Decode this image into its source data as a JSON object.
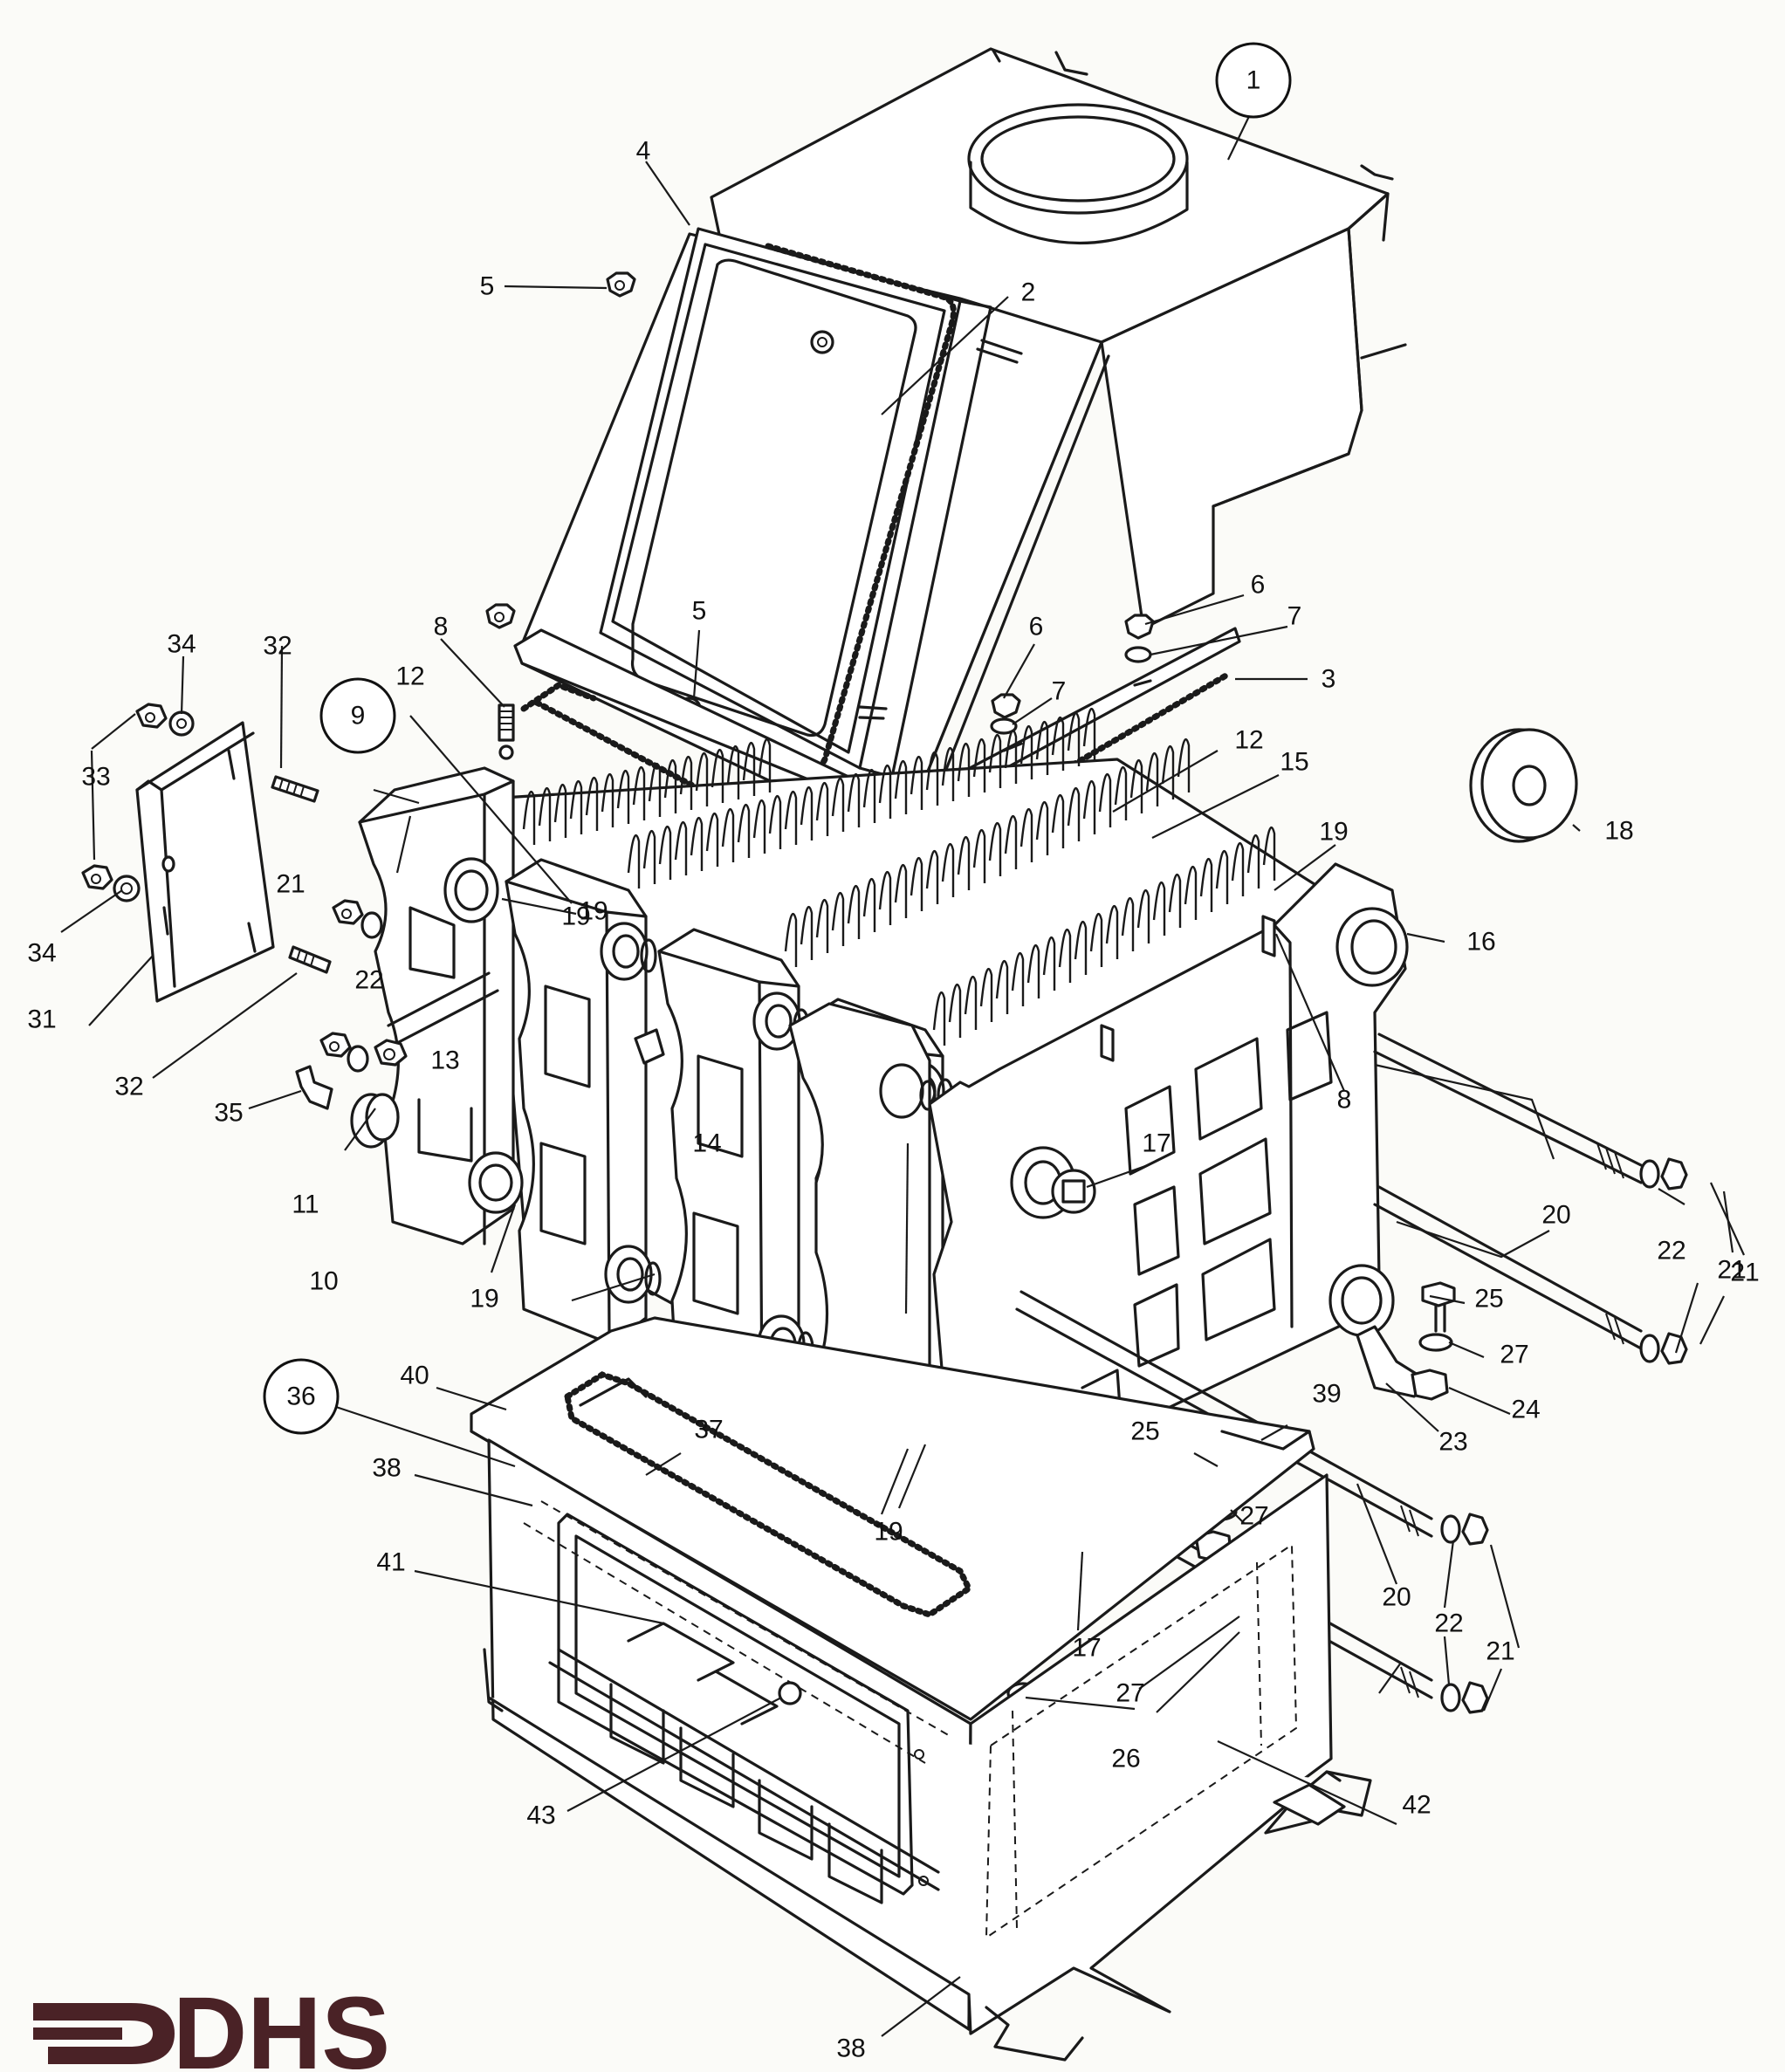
{
  "logo": {
    "text": "DHS",
    "color": "#4a2226"
  },
  "callouts": [
    {
      "id": "c1",
      "text": "1",
      "circled": true
    },
    {
      "id": "c2",
      "text": "2"
    },
    {
      "id": "c3",
      "text": "3"
    },
    {
      "id": "c4",
      "text": "4"
    },
    {
      "id": "c5a",
      "text": "5"
    },
    {
      "id": "c5b",
      "text": "5"
    },
    {
      "id": "c6a",
      "text": "6"
    },
    {
      "id": "c6b",
      "text": "6"
    },
    {
      "id": "c7a",
      "text": "7"
    },
    {
      "id": "c7b",
      "text": "7"
    },
    {
      "id": "c8a",
      "text": "8"
    },
    {
      "id": "c8b",
      "text": "8"
    },
    {
      "id": "c9",
      "text": "9",
      "circled": true
    },
    {
      "id": "c10",
      "text": "10"
    },
    {
      "id": "c11",
      "text": "11"
    },
    {
      "id": "c12a",
      "text": "12"
    },
    {
      "id": "c12b",
      "text": "12"
    },
    {
      "id": "c13",
      "text": "13"
    },
    {
      "id": "c14",
      "text": "14"
    },
    {
      "id": "c15",
      "text": "15"
    },
    {
      "id": "c16",
      "text": "16"
    },
    {
      "id": "c17a",
      "text": "17"
    },
    {
      "id": "c17b",
      "text": "17"
    },
    {
      "id": "c18",
      "text": "18"
    },
    {
      "id": "c19a",
      "text": "19"
    },
    {
      "id": "c19b",
      "text": "19"
    },
    {
      "id": "c19c",
      "text": "19"
    },
    {
      "id": "c19d",
      "text": "19"
    },
    {
      "id": "c19e",
      "text": "19"
    },
    {
      "id": "c20a",
      "text": "20"
    },
    {
      "id": "c20b",
      "text": "20"
    },
    {
      "id": "c21a",
      "text": "21"
    },
    {
      "id": "c21b",
      "text": "21"
    },
    {
      "id": "c21c",
      "text": "21"
    },
    {
      "id": "c21d",
      "text": "21"
    },
    {
      "id": "c22a",
      "text": "22"
    },
    {
      "id": "c22b",
      "text": "22"
    },
    {
      "id": "c22c",
      "text": "22"
    },
    {
      "id": "c23",
      "text": "23"
    },
    {
      "id": "c24",
      "text": "24"
    },
    {
      "id": "c25a",
      "text": "25"
    },
    {
      "id": "c25b",
      "text": "25"
    },
    {
      "id": "c26",
      "text": "26"
    },
    {
      "id": "c27a",
      "text": "27"
    },
    {
      "id": "c27b",
      "text": "27"
    },
    {
      "id": "c27c",
      "text": "27"
    },
    {
      "id": "c31",
      "text": "31"
    },
    {
      "id": "c32a",
      "text": "32"
    },
    {
      "id": "c32b",
      "text": "32"
    },
    {
      "id": "c33",
      "text": "33"
    },
    {
      "id": "c34a",
      "text": "34"
    },
    {
      "id": "c34b",
      "text": "34"
    },
    {
      "id": "c35",
      "text": "35"
    },
    {
      "id": "c36",
      "text": "36",
      "circled": true
    },
    {
      "id": "c37",
      "text": "37"
    },
    {
      "id": "c38a",
      "text": "38"
    },
    {
      "id": "c38b",
      "text": "38"
    },
    {
      "id": "c39",
      "text": "39"
    },
    {
      "id": "c40",
      "text": "40"
    },
    {
      "id": "c41",
      "text": "41"
    },
    {
      "id": "c42",
      "text": "42"
    },
    {
      "id": "c43",
      "text": "43"
    }
  ]
}
